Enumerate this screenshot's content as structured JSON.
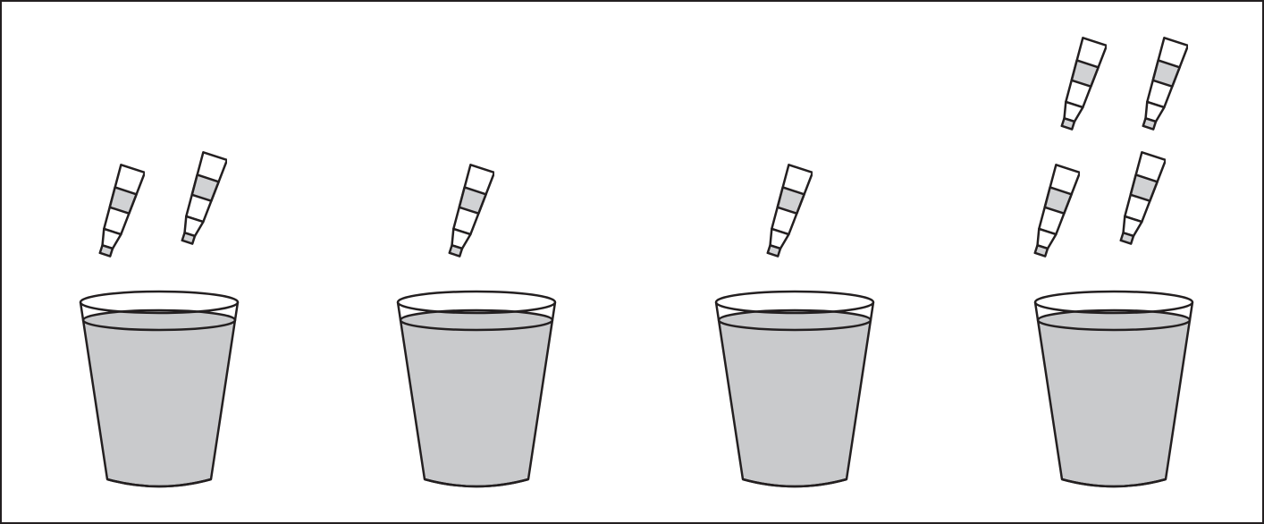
{
  "colors": {
    "outline": "#231f20",
    "liquid": "#c9cacc",
    "tube_band": "#d1d2d4",
    "background": "#ffffff"
  },
  "scenes": [
    {
      "id": "cup-1",
      "tube_count": 2
    },
    {
      "id": "cup-2",
      "tube_count": 1
    },
    {
      "id": "cup-3",
      "tube_count": 1
    },
    {
      "id": "cup-4",
      "tube_count": 4
    }
  ],
  "icons": {
    "cup": "cup-of-liquid-icon",
    "tube": "paint-tube-icon"
  }
}
